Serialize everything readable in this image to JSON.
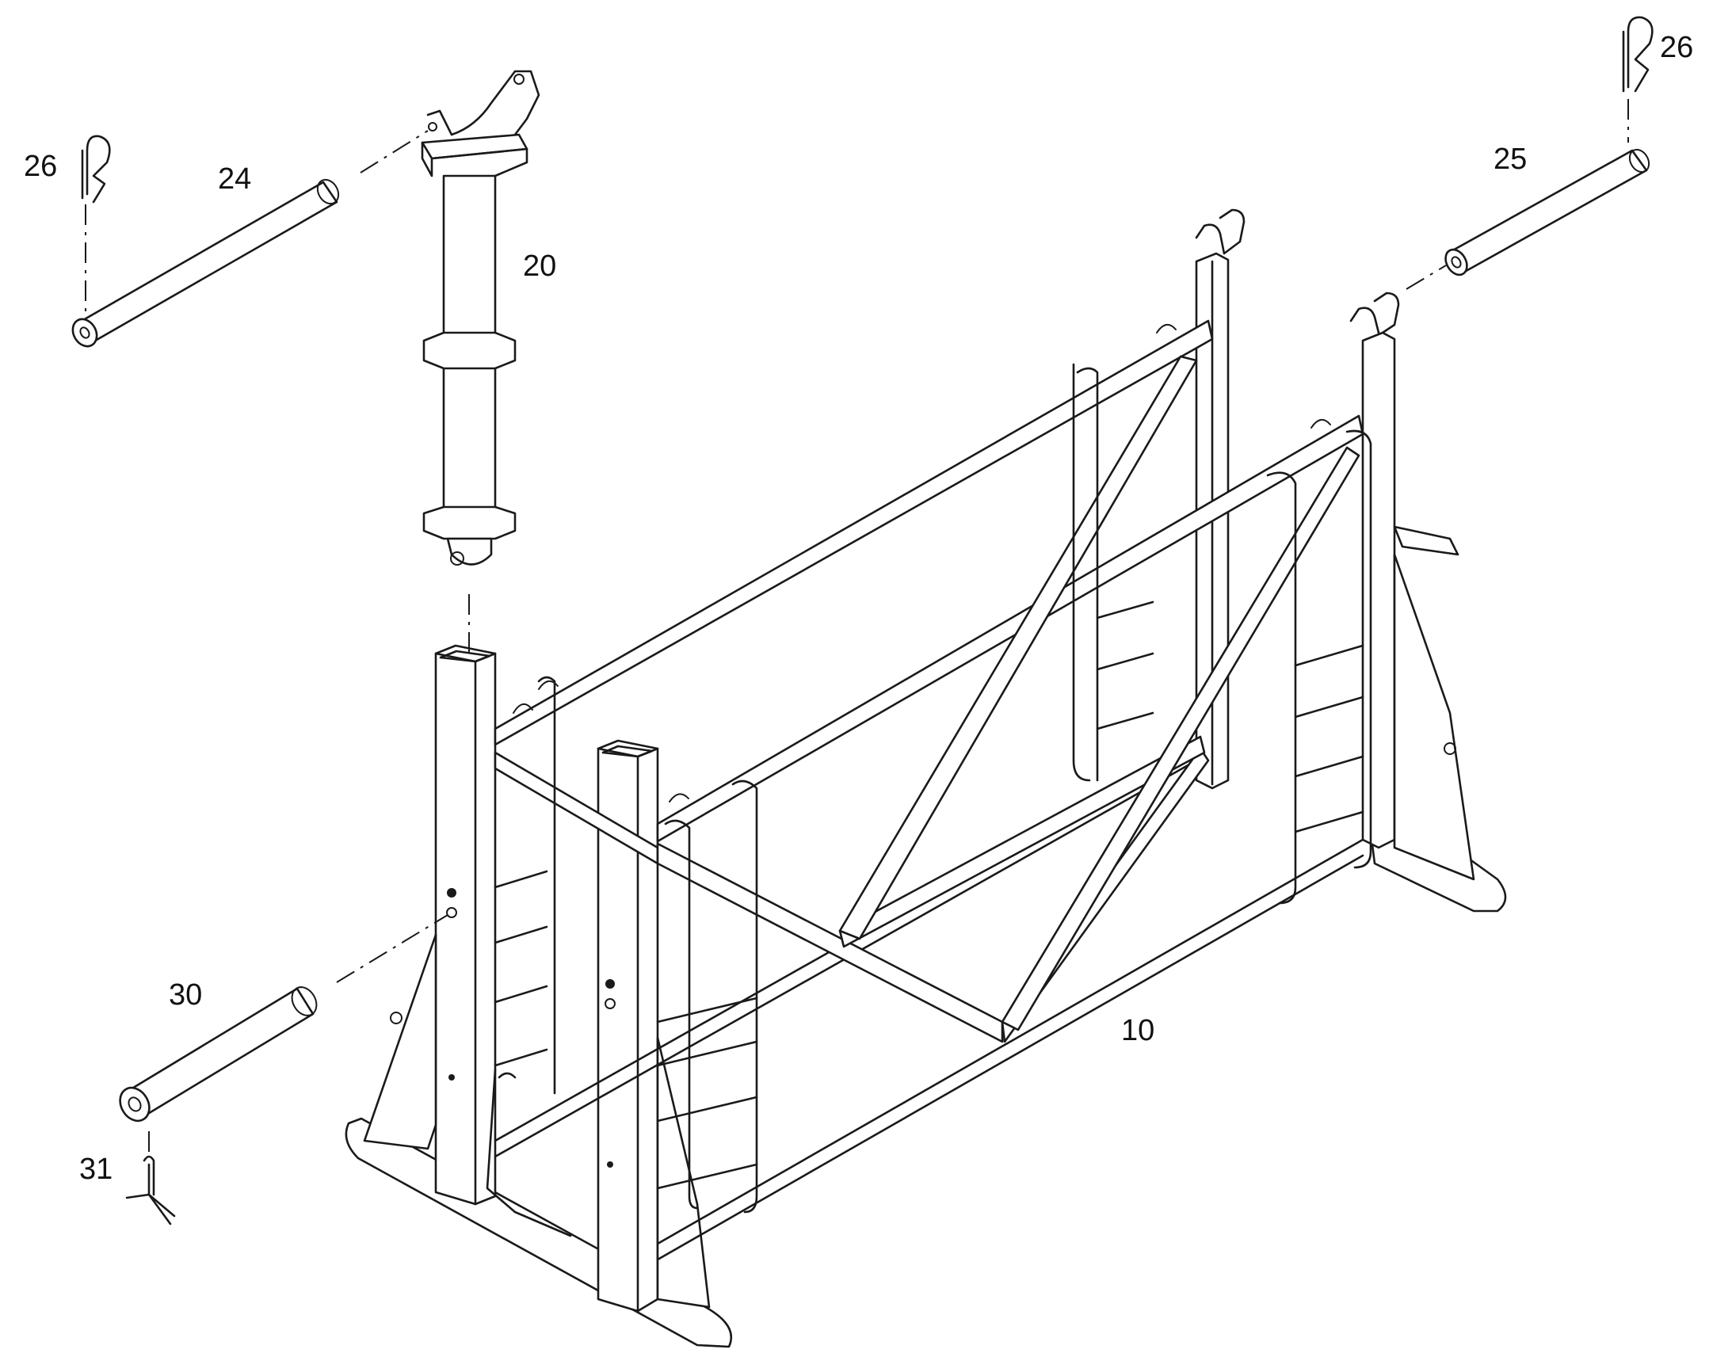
{
  "callouts": {
    "frame": "10",
    "column": "20",
    "pin_long": "24",
    "pin_short": "25",
    "clip_left": "26",
    "clip_right": "26",
    "pin_bottom": "30",
    "cotter": "31"
  },
  "colors": {
    "line": "#1a1a1a",
    "background": "#ffffff"
  }
}
